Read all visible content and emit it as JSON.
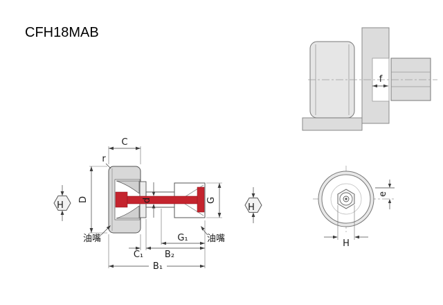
{
  "part_number": "CFH18MAB",
  "colors": {
    "metal": "#d8d8d8",
    "stud": "#c4242e",
    "dimension_line": "#3d3d3d"
  },
  "views": {
    "section": {
      "dim_C": "C",
      "dim_r": "r",
      "dim_D": "D",
      "dim_H_left": "H",
      "dim_d": "d",
      "dim_G": "G",
      "dim_H_right": "H",
      "grease_left": "油嘴",
      "grease_right": "油嘴",
      "dim_G1": "G₁",
      "dim_C1": "C₁",
      "dim_B2": "B₂",
      "dim_B1": "B₁"
    },
    "mounting": {
      "dim_f": "f"
    },
    "front": {
      "dim_e": "e",
      "dim_H": "H"
    }
  }
}
